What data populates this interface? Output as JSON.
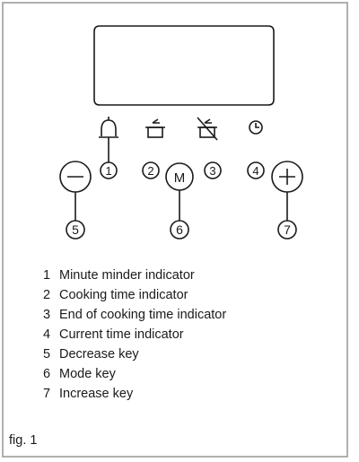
{
  "callouts": [
    "1",
    "2",
    "3",
    "4",
    "5",
    "6",
    "7"
  ],
  "mode_key_label": "M",
  "legend": [
    {
      "num": "1",
      "text": "Minute minder indicator"
    },
    {
      "num": "2",
      "text": "Cooking time indicator"
    },
    {
      "num": "3",
      "text": "End of cooking time indicator"
    },
    {
      "num": "4",
      "text": "Current time indicator"
    },
    {
      "num": "5",
      "text": "Decrease key"
    },
    {
      "num": "6",
      "text": "Mode key"
    },
    {
      "num": "7",
      "text": "Increase key"
    }
  ],
  "caption": "fig. 1",
  "icons": [
    "bell-icon",
    "pot-icon",
    "pot-crossed-icon",
    "clock-icon",
    "minus-icon",
    "plus-icon"
  ],
  "colors": {
    "line": "#1a1a1a",
    "frame": "#b0b0b0"
  }
}
